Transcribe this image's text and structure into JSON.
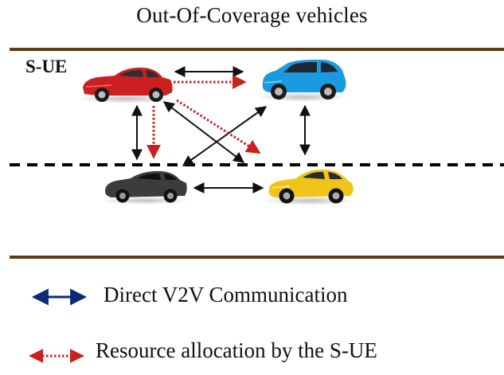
{
  "title": "Out-Of-Coverage vehicles",
  "sue_label": "S-UE",
  "vehicles": [
    {
      "name": "red sedan",
      "color": "#cc1f1f",
      "role": "S-UE"
    },
    {
      "name": "blue SUV",
      "color": "#1a9be0"
    },
    {
      "name": "dark coupe",
      "color": "#3c3c3c"
    },
    {
      "name": "yellow sports car",
      "color": "#f0c419"
    }
  ],
  "legend": [
    {
      "label": "Direct V2V Communication",
      "style": "solid-double-arrow",
      "color": "#0d2a7a"
    },
    {
      "label": "Resource allocation by the S-UE",
      "style": "dotted-double-arrow",
      "color": "#cc1f1f"
    }
  ],
  "colors": {
    "road_line": "#5a3e16",
    "lane_line": "#000000",
    "v2v_arrow": "#111111",
    "allocation_arrow": "#cc1f1f"
  }
}
